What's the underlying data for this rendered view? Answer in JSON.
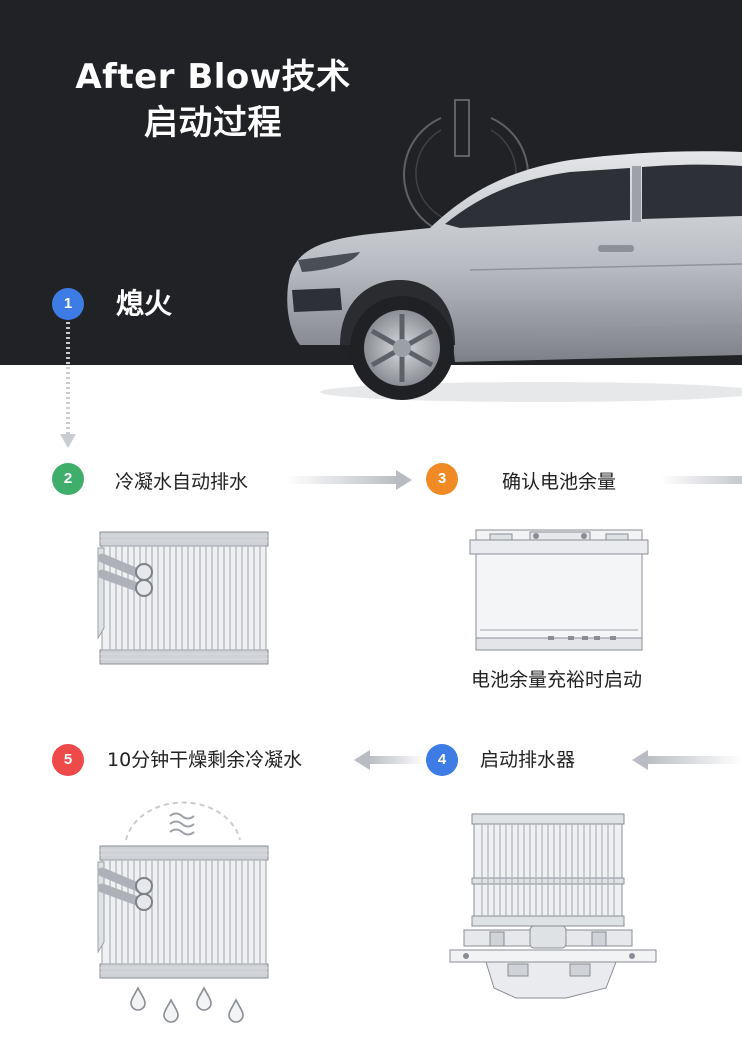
{
  "title": {
    "line1": "After Blow技术",
    "line2": "启动过程"
  },
  "steps": [
    {
      "number": "1",
      "label": "熄火",
      "color": "#3d7be5"
    },
    {
      "number": "2",
      "label": "冷凝水自动排水",
      "color": "#3fae6a"
    },
    {
      "number": "3",
      "label": "确认电池余量",
      "color": "#f08a24"
    },
    {
      "number": "4",
      "label": "启动排水器",
      "color": "#3d7be5"
    },
    {
      "number": "5",
      "label": "10分钟干燥剩余冷凝水",
      "color": "#ef4a4a"
    }
  ],
  "battery_caption": "电池余量充裕时启动",
  "icons": [
    "power-icon",
    "car-illustration",
    "evaporator-illustration",
    "battery-illustration",
    "blower-motor-illustration",
    "airflow-icon",
    "water-drop-icon"
  ]
}
